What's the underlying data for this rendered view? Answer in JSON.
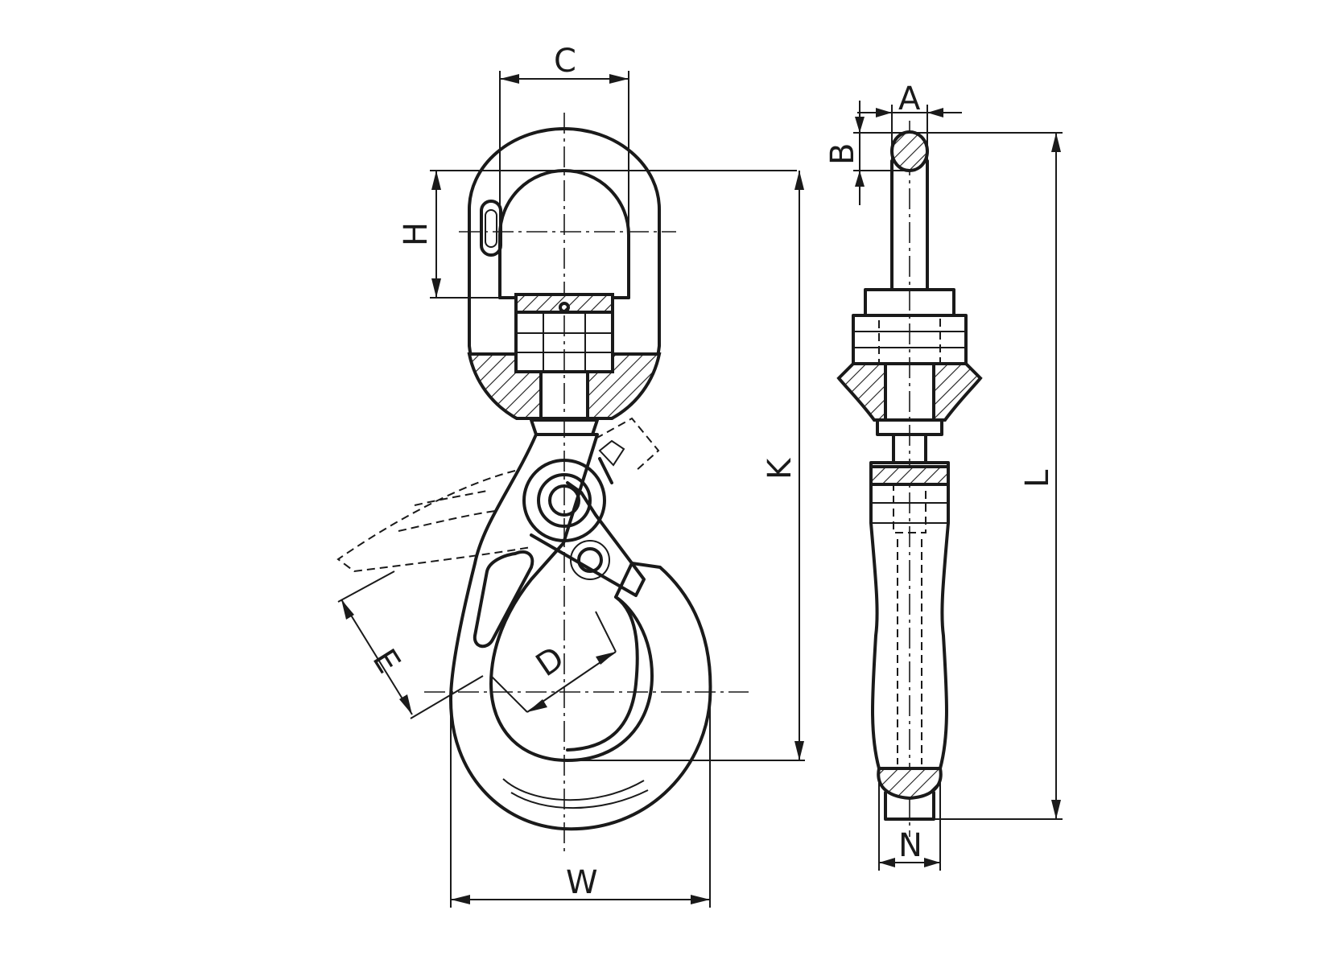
{
  "diagram": {
    "labels": {
      "C": "C",
      "H": "H",
      "K": "K",
      "E": "E",
      "D": "D",
      "W": "W",
      "A": "A",
      "B": "B",
      "L": "L",
      "N": "N"
    }
  }
}
